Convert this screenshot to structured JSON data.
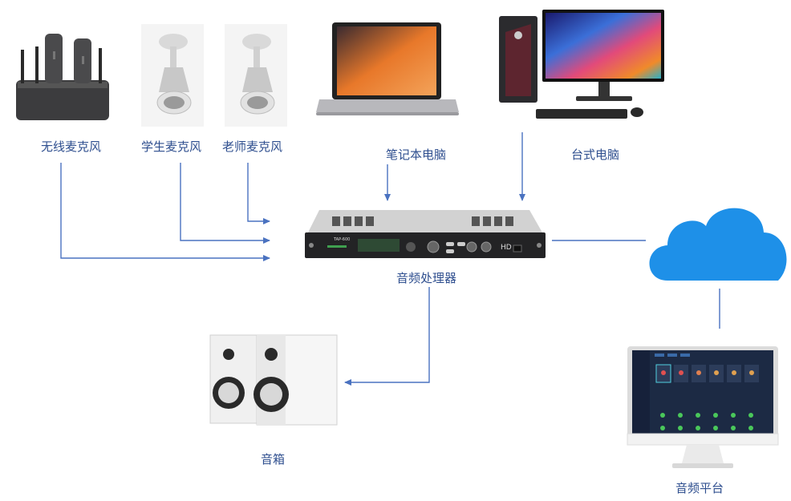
{
  "nodes": {
    "wireless_mic": "无线麦克风",
    "student_mic": "学生麦克风",
    "teacher_mic": "老师麦克风",
    "laptop": "笔记本电脑",
    "desktop": "台式电脑",
    "processor": "音频处理器",
    "speaker": "音箱",
    "platform": "音频平台"
  },
  "device_text": {
    "processor_model": "TAP-600"
  },
  "colors": {
    "connector": "#4a72c0",
    "cloud": "#1e90e8",
    "label": "#2f4f8f"
  }
}
